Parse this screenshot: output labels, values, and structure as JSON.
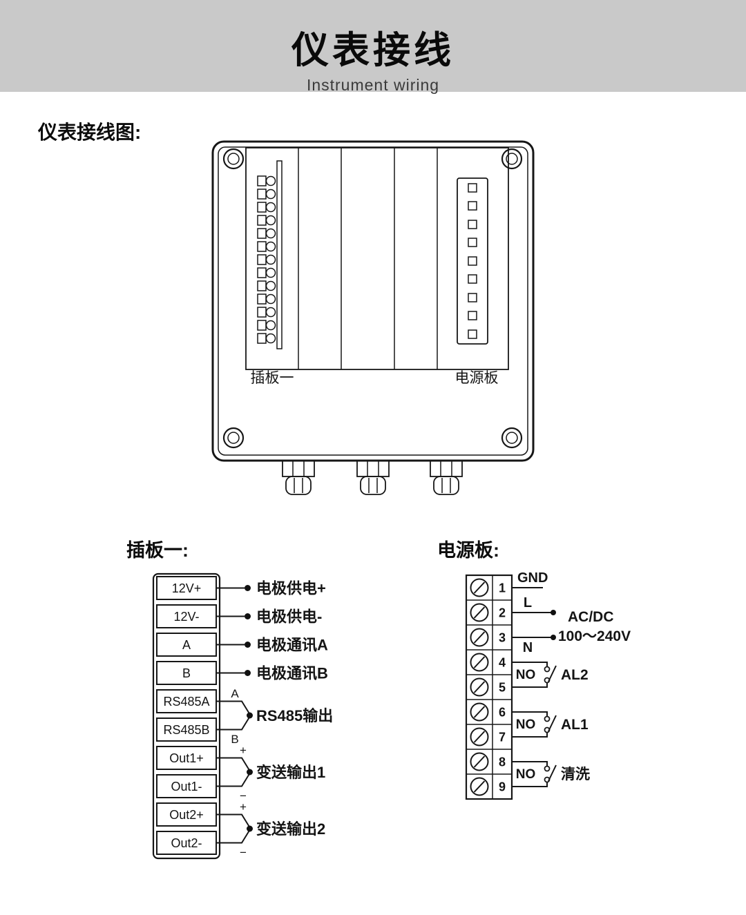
{
  "header": {
    "title": "仪表接线",
    "subtitle": "Instrument wiring"
  },
  "section": {
    "caption": "仪表接线图:"
  },
  "enclosure": {
    "slot1_label": "插板一",
    "power_label": "电源板"
  },
  "board1": {
    "title": "插板一:",
    "terminals": [
      "12V+",
      "12V-",
      "A",
      "B",
      "RS485A",
      "RS485B",
      "Out1+",
      "Out1-",
      "Out2+",
      "Out2-"
    ],
    "single_connections": [
      {
        "label": "电极供电+"
      },
      {
        "label": "电极供电-"
      },
      {
        "label": "电极通讯A"
      },
      {
        "label": "电极通讯B"
      }
    ],
    "pair_connections": [
      {
        "top": "A",
        "bottom": "B",
        "label": "RS485输出"
      },
      {
        "top": "+",
        "bottom": "−",
        "label": "变送输出1"
      },
      {
        "top": "+",
        "bottom": "−",
        "label": "变送输出2"
      }
    ]
  },
  "power_board": {
    "title": "电源板:",
    "terminal_numbers": [
      "1",
      "2",
      "3",
      "4",
      "5",
      "6",
      "7",
      "8",
      "9"
    ],
    "wire_labels": {
      "gnd": "GND",
      "line": "L",
      "neutral": "N",
      "supply_type": "AC/DC",
      "voltage_range": "100〜240V"
    },
    "relays": [
      {
        "contact": "NO",
        "label": "AL2"
      },
      {
        "contact": "NO",
        "label": "AL1"
      },
      {
        "contact": "NO",
        "label": "清洗"
      }
    ]
  }
}
